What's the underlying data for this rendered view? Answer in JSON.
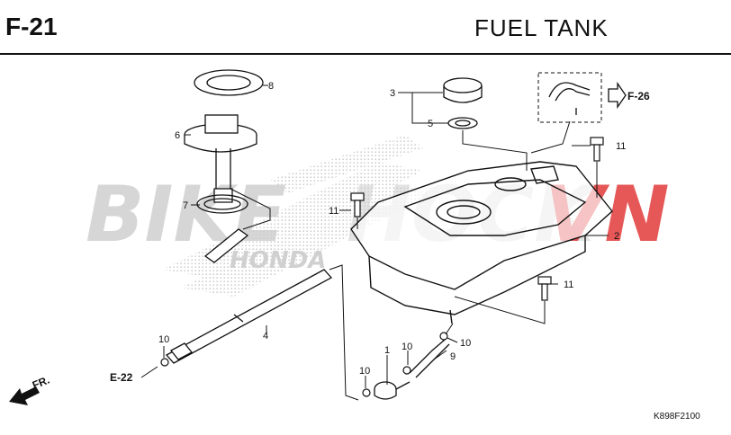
{
  "header": {
    "section_code": "F-21",
    "title": "FUEL  TANK"
  },
  "watermark": {
    "text_left": "BIKE",
    "text_right": "VN",
    "text_middle": "HOCK",
    "color_left": "#c8c8c8",
    "color_right": "#e23a3a",
    "brand_text": "HONDA"
  },
  "callouts": {
    "p1": "1",
    "p2": "2",
    "p3": "3",
    "p4": "4",
    "p5": "5",
    "p6": "6",
    "p7": "7",
    "p8": "8",
    "p9": "9",
    "p10a": "10",
    "p10b": "10",
    "p10c": "10",
    "p10d": "10",
    "p11a": "11",
    "p11b": "11",
    "p11c": "11"
  },
  "refs": {
    "f26": "F-26",
    "e22": "E-22",
    "front": "FR."
  },
  "diagram_code": "K898F2100"
}
